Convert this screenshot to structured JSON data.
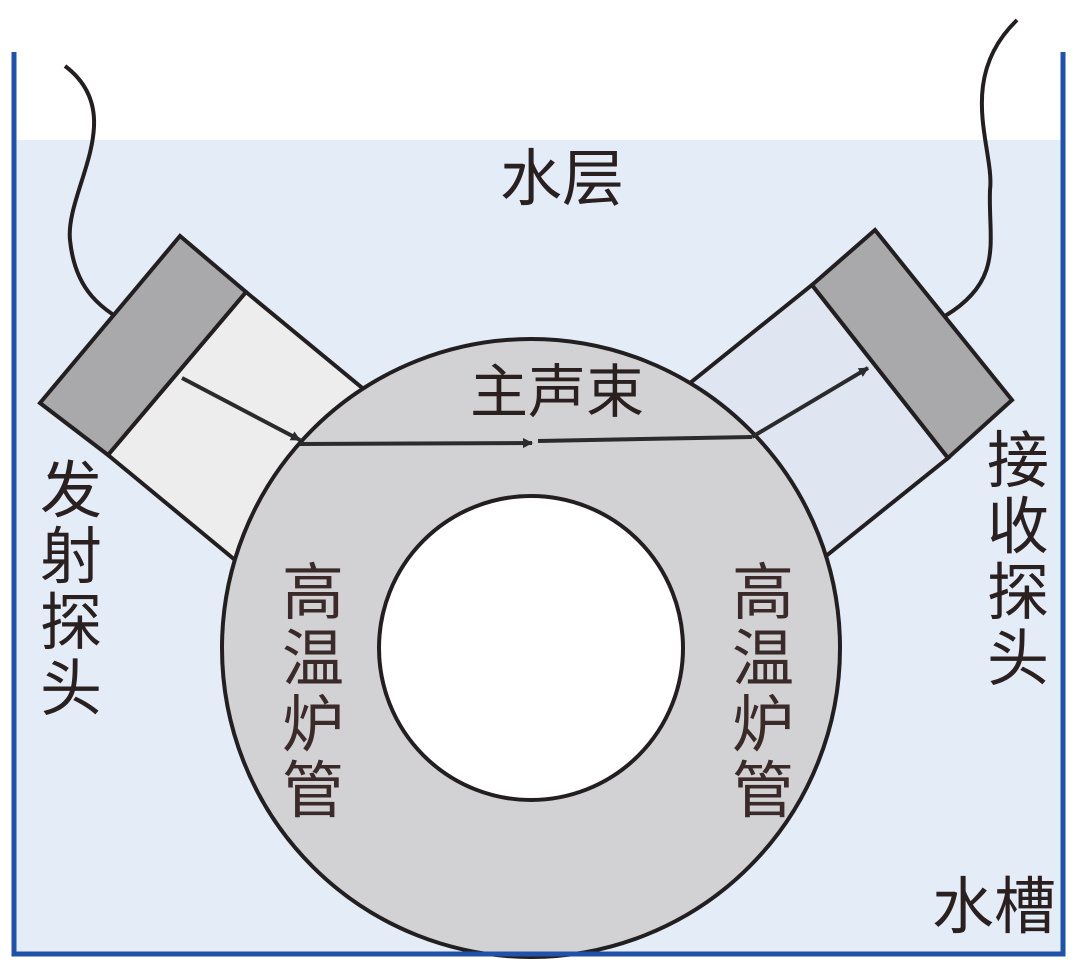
{
  "labels": {
    "water_layer": "水层",
    "main_beam": "主声束",
    "transmit_probe": "发射探头",
    "receive_probe": "接收探头",
    "furnace_tube_left": "高温炉管",
    "furnace_tube_right": "高温炉管",
    "water_tank": "水槽"
  },
  "colors": {
    "water": "#e4ecf7",
    "tank_border": "#2152a8",
    "tube_wall": "#d2d1d3",
    "probe_block": "#a9a9ab",
    "wedge_left": "#ededee",
    "wedge_right": "#dfe6f1",
    "stroke": "#231f20",
    "arrow": "#2b2b2e"
  }
}
